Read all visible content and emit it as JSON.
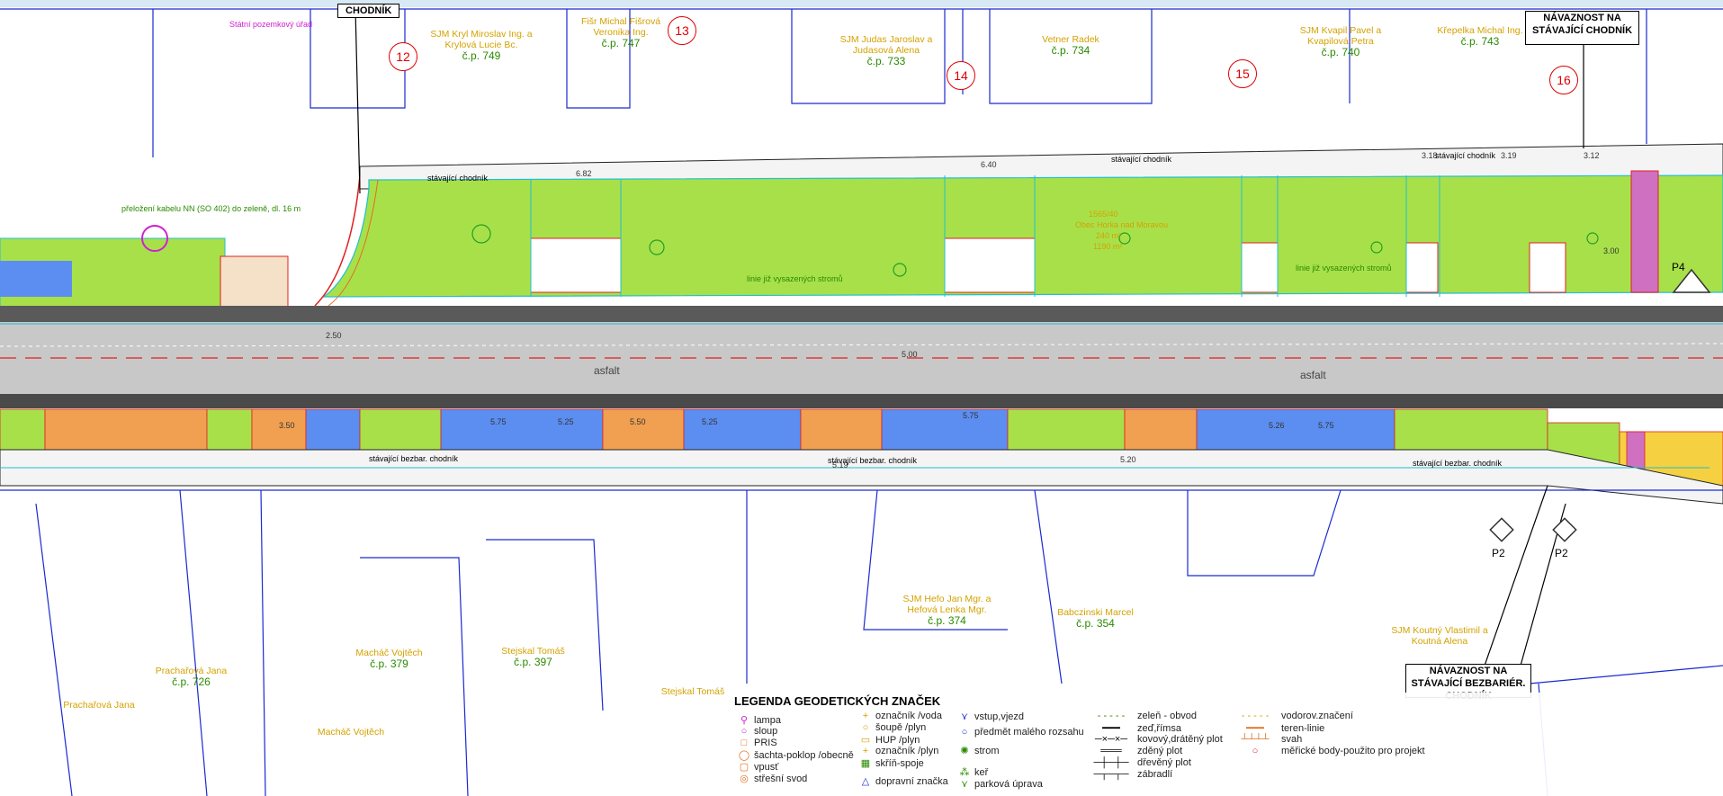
{
  "plan": {
    "road_label_left": "asfalt",
    "road_label_right": "asfalt",
    "tree_line_label_a": "linie již vysazených stromů",
    "tree_line_label_b": "linie již vysazených stromů",
    "north_walk_a": "stávající chodník",
    "north_walk_b": "stávající chodník",
    "north_walk_c": "stávající chodník",
    "south_walk_a": "stávající bezbar. chodník",
    "south_walk_b": "stávající bezbar. chodník",
    "south_walk_c": "stávající bezbar. chodník",
    "cable_note": "přeložení kabelu NN (SO 402) do zeleně, dl. 16 m",
    "parcel_center": "1565/40",
    "parcel_owner_center": "Obec Horka nad Moravou",
    "parcel_area_a": "240 m²",
    "parcel_area_b": "1190 m²",
    "top_left_fragment": "CHODNÍK",
    "office_label": "Státní pozemkový úřad"
  },
  "section_markers": [
    "12",
    "13",
    "14",
    "15",
    "16"
  ],
  "owners_north": [
    {
      "name": "SJM Kryl Miroslav Ing. a Krylová Lucie Bc.",
      "cp": "č.p. 749"
    },
    {
      "name": "Fišr Michal Fišrová Veronika Ing.",
      "cp": "č.p. 747"
    },
    {
      "name": "SJM Judas Jaroslav a Judasová Alena",
      "cp": "č.p. 733"
    },
    {
      "name": "Vetner Radek",
      "cp": "č.p. 734"
    },
    {
      "name": "SJM Kvapil Pavel a Kvapilová Petra",
      "cp": "č.p. 740"
    },
    {
      "name": "Křepelka Michal Ing.",
      "cp": "č.p. 743"
    }
  ],
  "owners_south": [
    {
      "name": "Prachařová Jana",
      "cp": "č.p. 726"
    },
    {
      "name": "Macháč Vojtěch",
      "cp": "č.p. 379"
    },
    {
      "name": "Stejskal Tomáš",
      "cp": "č.p. 397"
    },
    {
      "name": "SJM Hefo Jan Mgr. a Hefová Lenka Mgr.",
      "cp": "č.p. 374"
    },
    {
      "name": "Babczinski Marcel",
      "cp": "č.p. 354"
    },
    {
      "name": "SJM Koutný Vlastimil a Koutná Alena",
      "cp": ""
    }
  ],
  "owners_south_extra": [
    "Prachařová Jana",
    "Stejskal Tomáš",
    "Macháč Vojtěch"
  ],
  "callouts": {
    "top_right": "NÁVAZNOST NA STÁVAJÍCÍ CHODNÍK",
    "bottom_right": "NÁVAZNOST NA STÁVAJÍCÍ BEZBARIÉR. CHODNÍK"
  },
  "points": [
    "P2",
    "P2",
    "P4"
  ],
  "dims": [
    "6.82",
    "6.40",
    "3.18",
    "3.19",
    "3.12",
    "5.75",
    "5.25",
    "5.50",
    "5.25",
    "5.75",
    "5.26",
    "3.00",
    "5.20",
    "5.19",
    "3.50",
    "2.50",
    "5.00",
    "5.75"
  ],
  "legend": {
    "title": "LEGENDA GEODETICKÝCH ZNAČEK",
    "col1": [
      "lampa",
      "sloup",
      "PRIS",
      "šachta-poklop /obecně",
      "vpusť",
      "střešní svod"
    ],
    "col2": [
      "označník /voda",
      "šoupě /plyn",
      "HUP /plyn",
      "označník /plyn",
      "skříň-spoje",
      "dopravní značka"
    ],
    "col3": [
      "vstup,vjezd",
      "předmět malého rozsahu",
      "strom",
      "keř",
      "parková úprava"
    ],
    "col4": [
      "zeleň - obvod",
      "zeď,římsa",
      "kovový,drátěný plot",
      "zděný plot",
      "dřevěný plot",
      "zábradlí"
    ],
    "col5": [
      "vodorov.značení",
      "teren-linie",
      "svah",
      "měřické body-použito pro projekt"
    ]
  },
  "colors": {
    "grass": "#a8e04a",
    "asphalt": "#c8c8c8",
    "dark_road": "#555555",
    "paving_blue": "#5b8ef0",
    "paving_orange": "#f0a050",
    "red_line": "#e02020",
    "cyan_line": "#20c0d0",
    "magenta": "#d020d0"
  }
}
